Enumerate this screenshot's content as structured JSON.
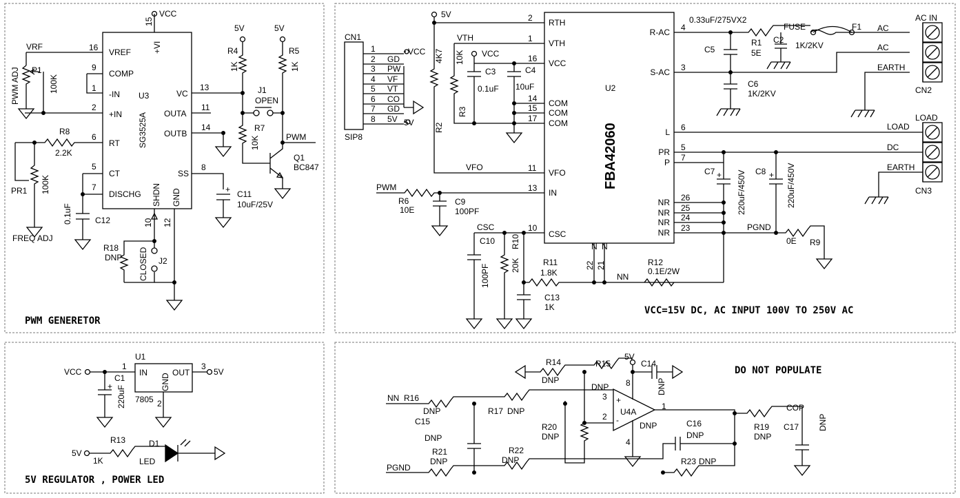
{
  "sections": {
    "pwm_generator": "PWM GENERETOR",
    "main_circuit": "VCC=15V DC, AC INPUT 100V TO 250V AC",
    "regulator": "5V REGULATOR , POWER LED",
    "optional": "DO NOT POPULATE"
  },
  "pwm_block": {
    "vcc": "VCC",
    "pin15": "15",
    "plus_vi": "+VI",
    "ref": "U3",
    "part": "SG3525A",
    "pins": [
      "VREF",
      "COMP",
      "-IN",
      "+IN",
      "RT",
      "CT",
      "DISCHG",
      "VC",
      "OUTA",
      "OUTB",
      "SS",
      "SHDN",
      "GND"
    ],
    "pin_numbers": [
      "16",
      "9",
      "1",
      "2",
      "6",
      "5",
      "7",
      "13",
      "11",
      "14",
      "8",
      "10",
      "12"
    ],
    "vrf": "VRF",
    "p1": "P1",
    "p1_value": "100K",
    "p1_label": "PWM ADJ",
    "r8": "R8",
    "r8_value": "2.2K",
    "pr1": "PR1",
    "pr1_value": "100K",
    "pr1_label": "FREQ ADJ",
    "c12": "C12",
    "c12_value": "0.1uF",
    "r18": "R18",
    "r18_value": "DNP",
    "j2": "J2",
    "j2_state": "CLOSED",
    "r4": "R4",
    "r4_value": "1K",
    "r5": "R5",
    "r5_value": "1K",
    "r4_supply": "5V",
    "r5_supply": "5V",
    "j1": "J1",
    "j1_state": "OPEN",
    "r7": "R7",
    "r7_value": "10K",
    "q1": "Q1",
    "q1_part": "BC847",
    "pwm": "PWM",
    "c11": "C11",
    "c11_value": "10uF/25V"
  },
  "connector_cn1": {
    "ref": "CN1",
    "type": "SIP8",
    "pins": [
      "1",
      "2",
      "3",
      "4",
      "5",
      "6",
      "7",
      "8"
    ],
    "signals": [
      "",
      "GD",
      "PW",
      "VF",
      "VT",
      "CO",
      "GD",
      "5V"
    ],
    "vcc": "VCC",
    "five_v": "5V"
  },
  "main_block": {
    "ref": "U2",
    "part": "FBA42060",
    "supply": "5V",
    "pins_left": [
      "RTH",
      "VTH",
      "VCC",
      "COM",
      "COM",
      "COM",
      "VFO",
      "IN",
      "CSC"
    ],
    "pins_left_numbers": [
      "2",
      "1",
      "16",
      "14",
      "15",
      "17",
      "11",
      "13",
      "10"
    ],
    "pins_right": [
      "R-AC",
      "S-AC",
      "L",
      "PR",
      "P",
      "NR",
      "NR",
      "NR",
      "NR"
    ],
    "pins_right_numbers": [
      "4",
      "3",
      "6",
      "5",
      "7",
      "26",
      "25",
      "24",
      "23"
    ],
    "pins_bottom": [
      "N",
      "N"
    ],
    "pins_bottom_numbers": [
      "22",
      "21"
    ],
    "vth": "VTH",
    "vcc": "VCC",
    "vfo": "VFO",
    "pwm": "PWM",
    "r2": "R2",
    "r2_value": "4K7",
    "r3": "R3",
    "r3_value": "10K",
    "c3": "C3",
    "c3_value": "0.1uF",
    "c4": "C4",
    "c4_value": "10uF",
    "r6": "R6",
    "r6_value": "10E",
    "c9": "C9",
    "c9_value": "100PF",
    "csc": "CSC",
    "c10": "C10",
    "c10_value": "100PF",
    "r10": "R10",
    "r10_value": "20K",
    "r11": "R11",
    "r11_value": "1.8K",
    "c13": "C13",
    "c13_value": "1K",
    "r12": "R12",
    "r12_value": "0.1E/2W",
    "nn": "NN",
    "cap_series": "0.33uF/275VX2",
    "r1": "R1",
    "r1_value": "5E",
    "c2": "C2",
    "c2_value": "1K/2KV",
    "fuse": "FUSE",
    "f1": "F1",
    "c5": "C5",
    "c6": "C6",
    "c6_value": "1K/2KV",
    "cn2": "CN2",
    "ac_in": "AC IN",
    "ac1": "AC",
    "ac2": "AC",
    "earth1": "EARTH",
    "cn3": "CN3",
    "load_title": "LOAD",
    "load": "LOAD",
    "dc": "DC",
    "earth2": "EARTH",
    "c7": "C7",
    "c7_value": "220uF/450V",
    "c8": "C8",
    "c8_value": "220uF/450V",
    "pgnd": "PGND",
    "r9": "R9",
    "r9_value": "0E"
  },
  "regulator_block": {
    "vcc": "VCC",
    "ref": "U1",
    "part": "7805",
    "pin_in": "IN",
    "pin_gnd": "GND",
    "pin_out": "OUT",
    "pin1": "1",
    "pin2": "2",
    "pin3": "3",
    "out_label": "5V",
    "c1": "C1",
    "c1_value": "220uF",
    "led_supply": "5V",
    "r13": "R13",
    "r13_value": "1K",
    "d1": "D1",
    "d1_type": "LED"
  },
  "opamp_block": {
    "nn": "NN",
    "pgnd": "PGND",
    "r16": "R16",
    "r16_value": "DNP",
    "c15": "C15",
    "c15_value": "DNP",
    "r17": "R17",
    "r17_value": "DNP",
    "r21": "R21",
    "r21_value": "DNP",
    "r22": "R22",
    "r22_value": "DNP",
    "r14": "R14",
    "r14_value": "DNP",
    "r15": "R15",
    "r15_value": "DNP",
    "supply": "5V",
    "c14": "C14",
    "c14_value": "DNP",
    "r20": "R20",
    "r20_value": "DNP",
    "ref": "U4A",
    "value": "DNP",
    "pin_plus": "3",
    "pin_minus": "2",
    "pin_out": "1",
    "pin_vcc": "8",
    "pin_gnd": "4",
    "c16": "C16",
    "c16_value": "DNP",
    "r23": "R23",
    "r23_value": "DNP",
    "r19": "R19",
    "r19_value": "DNP",
    "cop": "COP",
    "c17": "C17",
    "c17_value": "DNP"
  }
}
